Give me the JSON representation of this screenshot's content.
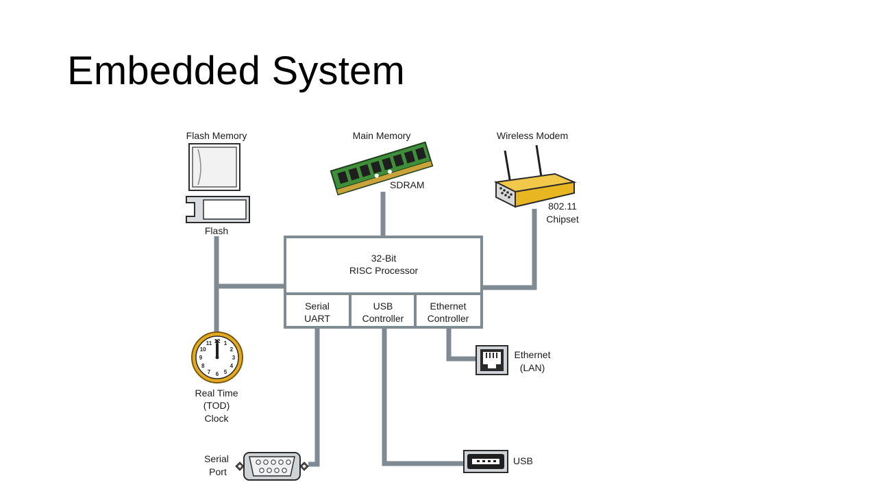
{
  "slide": {
    "title": "Embedded System"
  },
  "labels": {
    "flash_memory": "Flash Memory",
    "flash": "Flash",
    "main_memory": "Main Memory",
    "sdram": "SDRAM",
    "wireless_modem": "Wireless Modem",
    "chipset_line1": "802.11",
    "chipset_line2": "Chipset",
    "processor_line1": "32-Bit",
    "processor_line2": "RISC Processor",
    "serial_uart_line1": "Serial",
    "serial_uart_line2": "UART",
    "usb_ctrl_line1": "USB",
    "usb_ctrl_line2": "Controller",
    "eth_ctrl_line1": "Ethernet",
    "eth_ctrl_line2": "Controller",
    "ethernet_line1": "Ethernet",
    "ethernet_line2": "(LAN)",
    "usb": "USB",
    "clock_line1": "Real Time",
    "clock_line2": "(TOD)",
    "clock_line3": "Clock",
    "serial_port_line1": "Serial",
    "serial_port_line2": "Port"
  },
  "clock_numbers": [
    "12",
    "1",
    "2",
    "3",
    "4",
    "5",
    "6",
    "7",
    "8",
    "9",
    "10",
    "11"
  ],
  "colors": {
    "bus": "#7f8a93",
    "box_border": "#7f8a93",
    "pcb_green": "#3f8f3a",
    "modem_yellow": "#e8b620"
  }
}
